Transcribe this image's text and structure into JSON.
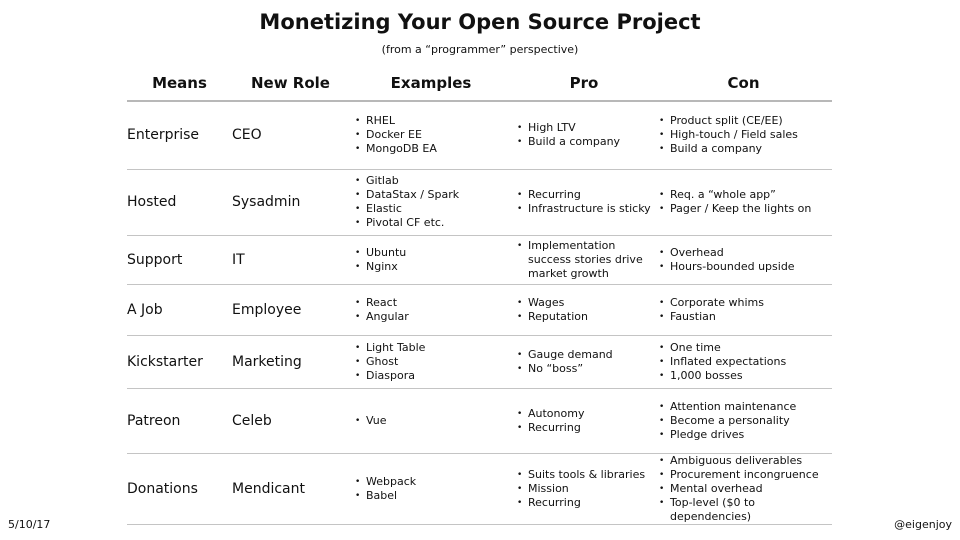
{
  "title": "Monetizing Your Open Source Project",
  "subtitle": "(from a “programmer” perspective)",
  "headers": [
    "Means",
    "New Role",
    "Examples",
    "Pro",
    "Con"
  ],
  "rows": [
    {
      "means": "Enterprise",
      "role": "CEO",
      "examples": [
        "RHEL",
        "Docker EE",
        "MongoDB EA"
      ],
      "pro": [
        "High LTV",
        "Build a company"
      ],
      "con": [
        "Product split (CE/EE)",
        "High-touch / Field sales",
        "Build a company"
      ]
    },
    {
      "means": "Hosted",
      "role": "Sysadmin",
      "examples": [
        "Gitlab",
        "DataStax / Spark",
        "Elastic",
        "Pivotal CF etc."
      ],
      "pro": [
        "Recurring",
        "Infrastructure is sticky"
      ],
      "con": [
        "Req. a “whole app”",
        "Pager / Keep the lights on"
      ]
    },
    {
      "means": "Support",
      "role": "IT",
      "examples": [
        "Ubuntu",
        "Nginx"
      ],
      "pro": [
        "Implementation success stories drive market growth"
      ],
      "con": [
        "Overhead",
        "Hours-bounded upside"
      ]
    },
    {
      "means": "A Job",
      "role": "Employee",
      "examples": [
        "React",
        "Angular"
      ],
      "pro": [
        "Wages",
        "Reputation"
      ],
      "con": [
        "Corporate whims",
        "Faustian"
      ]
    },
    {
      "means": "Kickstarter",
      "role": "Marketing",
      "examples": [
        "Light Table",
        "Ghost",
        "Diaspora"
      ],
      "pro": [
        "Gauge demand",
        "No “boss”"
      ],
      "con": [
        "One time",
        "Inflated expectations",
        "1,000 bosses"
      ]
    },
    {
      "means": "Patreon",
      "role": "Celeb",
      "examples": [
        "Vue"
      ],
      "pro": [
        "Autonomy",
        "Recurring"
      ],
      "con": [
        "Attention maintenance",
        "Become a personality",
        "Pledge drives"
      ]
    },
    {
      "means": "Donations",
      "role": "Mendicant",
      "examples": [
        "Webpack",
        "Babel"
      ],
      "pro": [
        "Suits tools & libraries",
        "Mission",
        "Recurring"
      ],
      "con": [
        "Ambiguous deliverables",
        "Procurement incongruence",
        "Mental overhead",
        "Top-level ($0 to dependencies)"
      ]
    }
  ],
  "footer": {
    "date": "5/10/17",
    "handle": "@eigenjoy"
  }
}
